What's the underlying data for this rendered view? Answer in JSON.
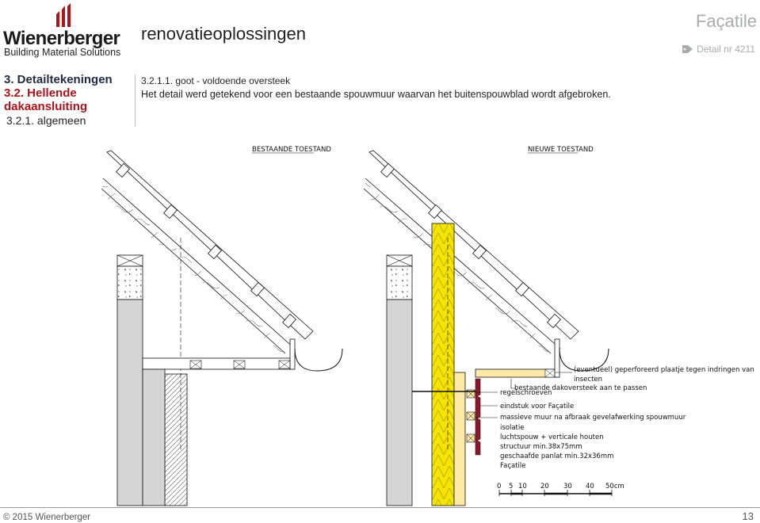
{
  "brand": {
    "name": "Wienerberger",
    "subtitle": "Building Material Solutions"
  },
  "header": {
    "section_title": "renovatieoplossingen",
    "product": "Façatile",
    "detail_nr": "Detail nr 4211"
  },
  "nav": {
    "level1": "3. Detailtekeningen",
    "level2": "3.2. Hellende dakaansluiting",
    "level3": "3.2.1. algemeen"
  },
  "content": {
    "heading": "3.2.1.1. goot - voldoende oversteek",
    "description": "Het detail werd getekend voor een bestaande spouwmuur waarvan het buitenspouwblad wordt afgebroken."
  },
  "drawing": {
    "left_title": "BESTAANDE TOESTAND",
    "right_title": "NIEUWE TOESTAND",
    "labels": [
      "(eventueel) geperforeerd plaatje tegen indringen van",
      "insecten",
      "bestaande dakoversteek aan te passen",
      "regelschroeven",
      "eindstuk voor Façatile",
      "massieve muur na afbraak gevelafwerking spouwmuur",
      "isolatie",
      "luchtspouw + verticale houten",
      "structuur min.38x75mm",
      "geschaafde panlat min.32x36mm",
      "Façatile"
    ],
    "scale": {
      "ticks": [
        "0",
        "5",
        "10",
        "20",
        "30",
        "40",
        "50cm"
      ]
    }
  },
  "footer": {
    "copyright": "© 2015 Wienerberger",
    "page": "13"
  },
  "colors": {
    "brand_red": "#b0121b",
    "nav_blue": "#1f2a44",
    "insulation_yellow": "#f5e400",
    "tile_brown": "#8a1a2a",
    "wall_gray": "#d5d5d5",
    "timber": "#ffe9a8"
  }
}
